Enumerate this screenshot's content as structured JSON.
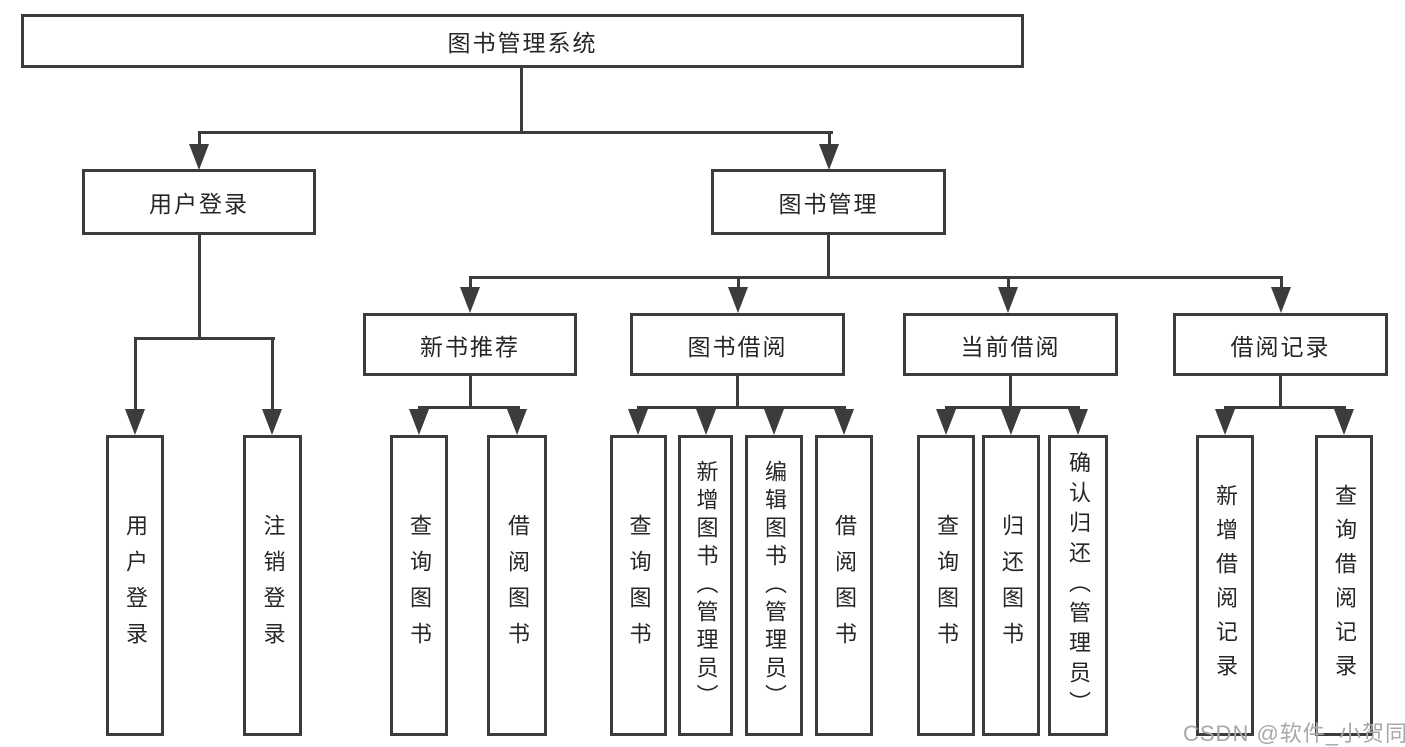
{
  "colors": {
    "line": "#3c3c3c",
    "text": "#262626",
    "wm": "#a8a8a8"
  },
  "diagram_title": "图书管理系统",
  "nodes": {
    "root": "图书管理系统",
    "l2": {
      "user_login": "用户登录",
      "book_mgmt": "图书管理"
    },
    "l3": {
      "new_rec": "新书推荐",
      "borrow": "图书借阅",
      "current": "当前借阅",
      "records": "借阅记录"
    },
    "leaf": {
      "user_login": "用户登录",
      "logout": "注销登录",
      "rec_query": "查询图书",
      "rec_borrow": "借阅图书",
      "bor_query": "查询图书",
      "bor_add": "新增图书（管理员）",
      "bor_edit": "编辑图书（管理员）",
      "bor_borrow": "借阅图书",
      "cur_query": "查询图书",
      "cur_return": "归还图书",
      "cur_confirm": "确认归还（管理员）",
      "rec_add": "新增借阅记录",
      "rec_query2": "查询借阅记录"
    }
  },
  "watermark": "CSDN @软件_小贺同学"
}
